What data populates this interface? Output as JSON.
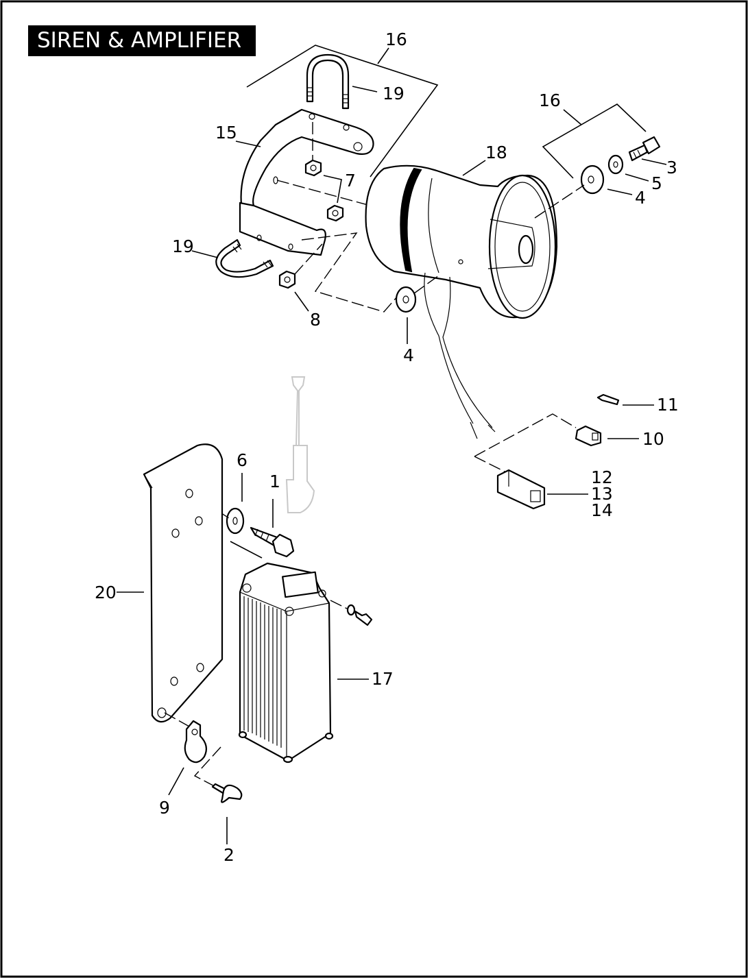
{
  "title": "SIREN & AMPLIFIER",
  "callouts": [
    "16",
    "19",
    "15",
    "18",
    "16",
    "3",
    "5",
    "4",
    "7",
    "19",
    "8",
    "4",
    "11",
    "10",
    "12",
    "13",
    "14",
    "6",
    "1",
    "20",
    "17",
    "9",
    "2"
  ]
}
